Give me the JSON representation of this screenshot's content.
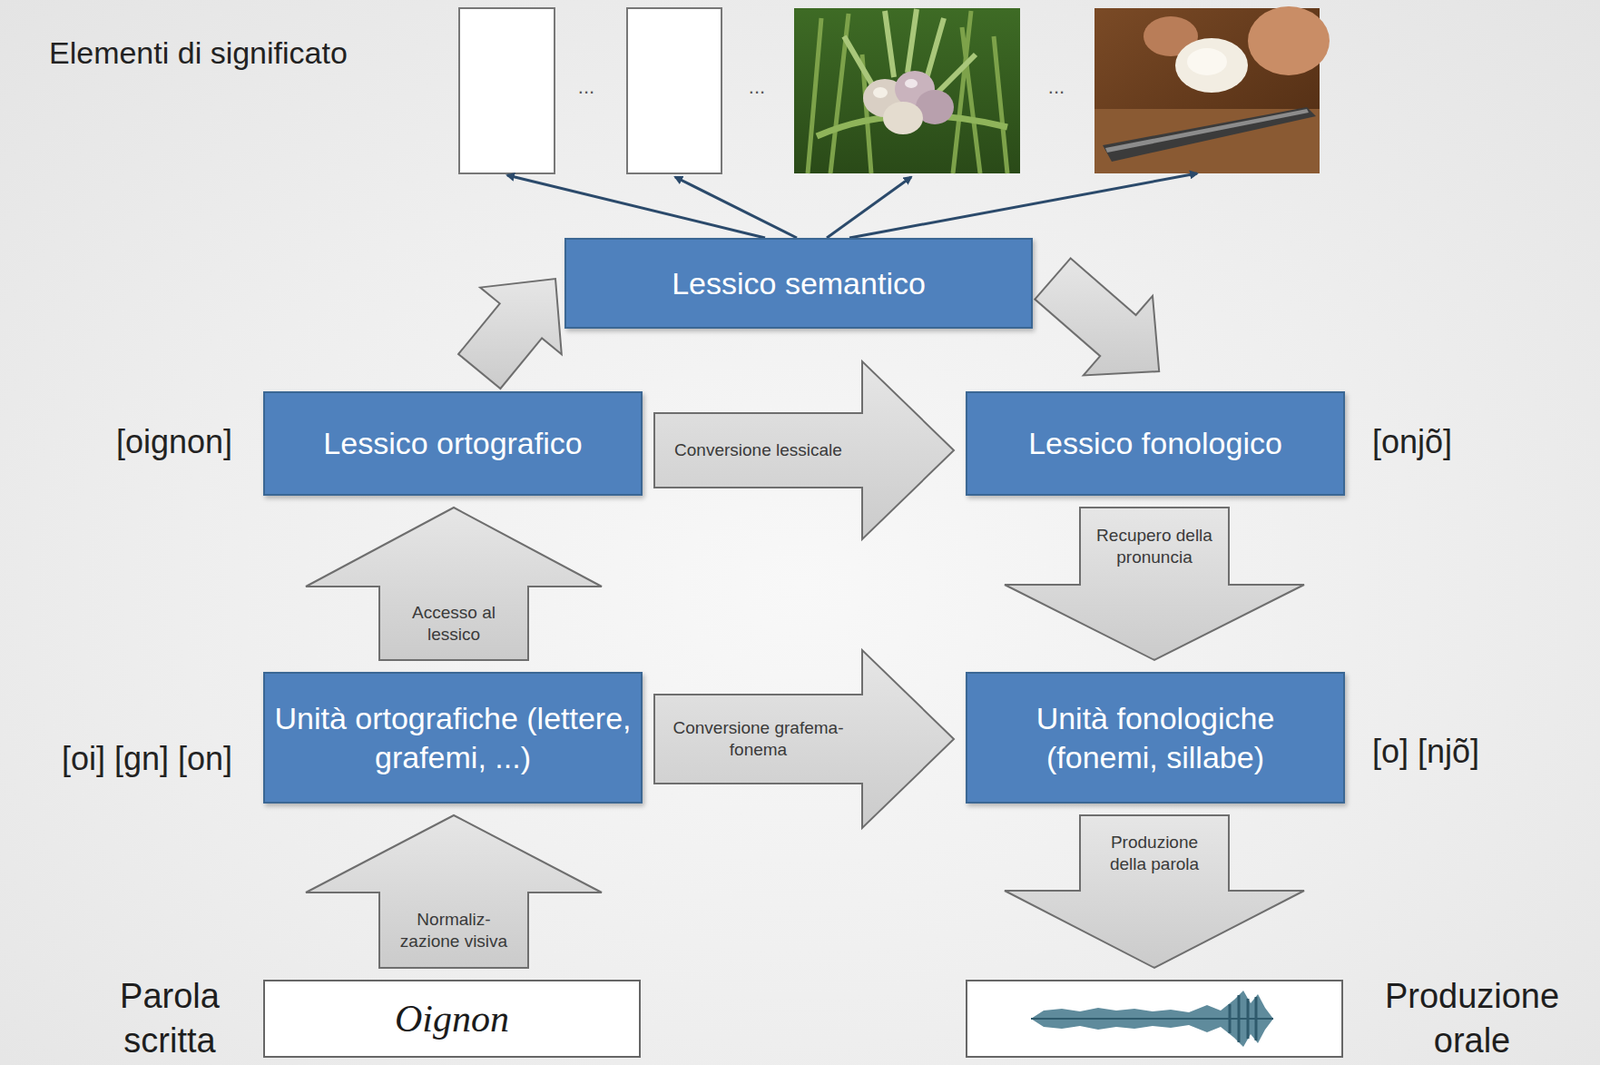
{
  "diagram": {
    "nodes": [
      {
        "text": [
          "Lessico semantico"
        ]
      },
      {
        "text": [
          "Lessico ortografico"
        ]
      },
      {
        "text": [
          "Lessico fonologico"
        ]
      },
      {
        "text": [
          "Unità ortografiche (lettere, grafemi, ...)"
        ]
      },
      {
        "text": [
          "Unità fonologiche (fonemi, sillabe)"
        ]
      },
      {
        "text": [
          "Parola scritta",
          "Oignon"
        ]
      },
      {
        "text": [
          "Produzione orale"
        ]
      }
    ],
    "edges": [
      {
        "from": 3,
        "to": 1,
        "label": "Accesso al lessico",
        "arrow": "to"
      },
      {
        "from": 1,
        "to": 0,
        "arrow": "to"
      },
      {
        "from": 0,
        "to": 2,
        "arrow": "to"
      },
      {
        "from": 1,
        "to": 2,
        "label": "Conversione lessicale",
        "arrow": "to"
      },
      {
        "from": 2,
        "to": 4,
        "label": "Recupero della pronuncia",
        "arrow": "to"
      },
      {
        "from": 3,
        "to": 4,
        "label": "Conversione grafema-fonema",
        "arrow": "to"
      },
      {
        "from": 5,
        "to": 3,
        "label": "Normaliz- zazione visiva",
        "arrow": "to"
      },
      {
        "from": 4,
        "to": 6,
        "label": "Produzione della parola",
        "arrow": "to"
      }
    ],
    "labels": [
      "Elementi di significato",
      "...",
      "...",
      "...",
      "[oignon]",
      "[onjõ]",
      "[oi] [gn] [on]",
      "[o] [njõ]"
    ]
  }
}
